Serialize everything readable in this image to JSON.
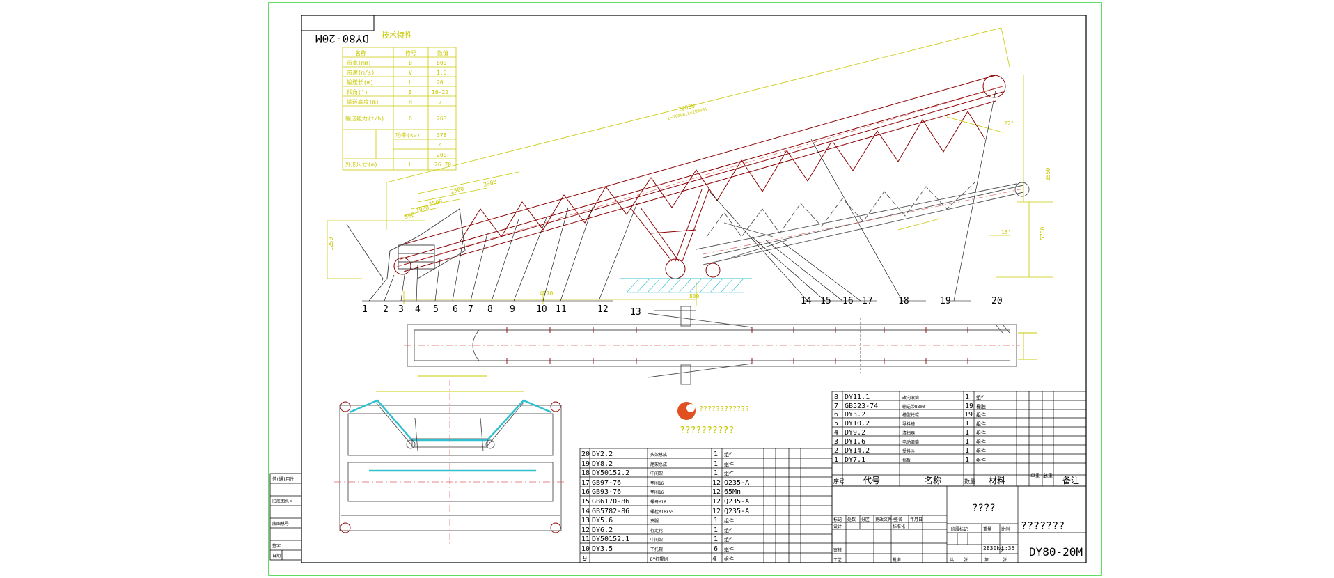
{
  "drawing": {
    "mirrored_code": "DY80-20M",
    "tech_title": "技术特性",
    "stamp_code": "DY80-20M",
    "block_placeholder_1": "????",
    "block_placeholder_2": "???????",
    "weight_scale": "2830kg",
    "scale": "1:35",
    "logo_text_1": "????????????",
    "logo_text_2": "??????????"
  },
  "tech_table": {
    "header": [
      "名称",
      "符号",
      "数值"
    ],
    "rows": [
      [
        "带宽(mm)",
        "B",
        "800"
      ],
      [
        "带速(m/s)",
        "V",
        "1.6"
      ],
      [
        "输送长(m)",
        "L",
        "20"
      ],
      [
        "倾角(°)",
        "β",
        "16~22"
      ],
      [
        "输送高度(m)",
        "H",
        "7"
      ],
      [
        "输送能力(t/h)",
        "Q",
        "263"
      ],
      [
        "功率(kw)",
        "",
        "378"
      ],
      [
        "",
        "",
        "4"
      ],
      [
        "",
        "",
        "200"
      ],
      [
        "外形尺寸(m)",
        "L",
        "26.70"
      ]
    ]
  },
  "balloons": [
    "1",
    "2",
    "3",
    "4",
    "5",
    "6",
    "7",
    "8",
    "9",
    "10",
    "11",
    "12",
    "13",
    "14",
    "15",
    "16",
    "17",
    "18",
    "19",
    "20"
  ],
  "dims": {
    "main_length": "20000",
    "main_sub": "L=20000(L=20000)",
    "d1": "2500",
    "d2": "2000",
    "d3": "1500",
    "d4": "1000",
    "d5": "500",
    "h1": "1250",
    "h2": "3550",
    "w1": "5750",
    "w2": "4270",
    "a1": "16°",
    "a2": "22°",
    "b1": "800"
  },
  "bom_left": {
    "rows": [
      [
        "20",
        "DY2.2",
        "头架总成",
        "1",
        "组件",
        ""
      ],
      [
        "19",
        "DY8.2",
        "尾架总成",
        "1",
        "组件",
        ""
      ],
      [
        "18",
        "DY50152.2",
        "中间架",
        "1",
        "组件",
        ""
      ],
      [
        "17",
        "GB97-76",
        "垫圈16",
        "12",
        "Q235-A",
        ""
      ],
      [
        "16",
        "GB93-76",
        "垫圈16",
        "12",
        "65Mn",
        ""
      ],
      [
        "15",
        "GB6170-86",
        "螺母M16",
        "12",
        "Q235-A",
        ""
      ],
      [
        "14",
        "GB5782-86",
        "螺栓M16X55",
        "12",
        "Q235-A",
        ""
      ],
      [
        "13",
        "DY5.6",
        "支腿",
        "1",
        "组件",
        ""
      ],
      [
        "12",
        "DY6.2",
        "行走轮",
        "1",
        "组件",
        ""
      ],
      [
        "11",
        "DY50152.1",
        "中间架",
        "1",
        "组件",
        ""
      ],
      [
        "10",
        "DY3.5",
        "下托辊",
        "6",
        "组件",
        ""
      ],
      [
        "9",
        "",
        "DY托辊组",
        "4",
        "组件",
        ""
      ]
    ]
  },
  "bom_right": {
    "rows": [
      [
        "8",
        "DY11.1",
        "改向滚筒",
        "1",
        "组件",
        ""
      ],
      [
        "7",
        "GB523-74",
        "输送带B800",
        "19",
        "橡胶",
        ""
      ],
      [
        "6",
        "DY3.2",
        "槽型托辊",
        "19",
        "组件",
        ""
      ],
      [
        "5",
        "DY10.2",
        "导料槽",
        "1",
        "组件",
        ""
      ],
      [
        "4",
        "DY9.2",
        "清扫器",
        "1",
        "组件",
        ""
      ],
      [
        "3",
        "DY1.6",
        "电动滚筒",
        "1",
        "组件",
        ""
      ],
      [
        "2",
        "DY14.2",
        "受料斗",
        "1",
        "组件",
        ""
      ],
      [
        "1",
        "DY7.1",
        "挡板",
        "1",
        "组件",
        ""
      ]
    ],
    "header": [
      "序号",
      "代号",
      "名称",
      "数量",
      "材料",
      "单重",
      "总重",
      "备注"
    ]
  },
  "title_block": {
    "labels": [
      "标记",
      "处数",
      "分区",
      "更改文件号",
      "签名",
      "年月日"
    ],
    "labels2": [
      "设计",
      "标准化",
      "审核",
      "工艺",
      "批准"
    ],
    "stage": "阶段标记",
    "weight": "重量",
    "scale_label": "比例",
    "sheet": [
      "共",
      "张",
      "第",
      "张"
    ]
  },
  "side_strip": [
    "借(通)用件",
    "",
    "旧底图总号",
    "",
    "底图总号",
    "",
    "签字",
    "",
    "日期",
    ""
  ]
}
